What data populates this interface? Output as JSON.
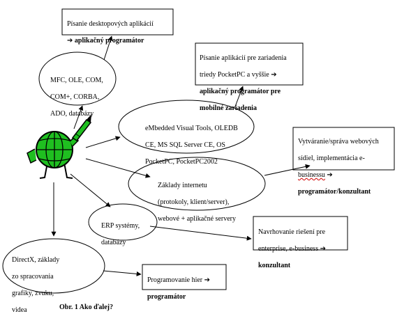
{
  "nodes": {
    "center_ell": {
      "lines": [
        "MFC, OLE, COM,",
        "COM+, CORBA,",
        "ADO, databázy"
      ]
    },
    "embedded_ell": {
      "lines": [
        "eMbedded Visual Tools, OLEDB",
        "CE, MS SQL Server CE, OS",
        "PocketPC, PocketPC2002"
      ]
    },
    "internet_ell": {
      "lines": [
        "Základy internetu",
        "(protokoly, klient/server),",
        "webové + aplikačné servery"
      ]
    },
    "erp_ell": {
      "lines": [
        "ERP systémy,",
        "databázy"
      ]
    },
    "directx_ell": {
      "lines": [
        "DirectX, základy",
        "zo spracovania",
        "grafiky, zvuku,",
        "videa"
      ]
    }
  },
  "boxes": {
    "desktop": {
      "line1": "Písanie desktopových aplikácií",
      "arrow": "➔",
      "bold": "aplikačný programátor"
    },
    "pocketpc": {
      "line1": "Písanie aplikácií pre zariadenia",
      "line2": "triedy PocketPC a vyššie",
      "arrow": "➔",
      "bold1": "aplikačný programátor pre",
      "bold2": "mobilné zariadenia"
    },
    "web": {
      "line1": "Vytváranie/správa webových",
      "line2": "sídiel, implementácia e-",
      "line3": "businessu",
      "arrow": "➔",
      "bold": "programátor/konzultant"
    },
    "enterprise": {
      "line1": "Navrhovanie riešení pre",
      "line2": "enterprise, e-business",
      "arrow": "➔",
      "bold": "konzultant"
    },
    "games": {
      "line1": "Programovanie hier",
      "arrow": "➔",
      "bold": "programátor"
    }
  },
  "caption": "Obr. 1 Ako ďalej?",
  "colors": {
    "figure_green": "#1fbf20",
    "figure_outline": "#000000"
  }
}
